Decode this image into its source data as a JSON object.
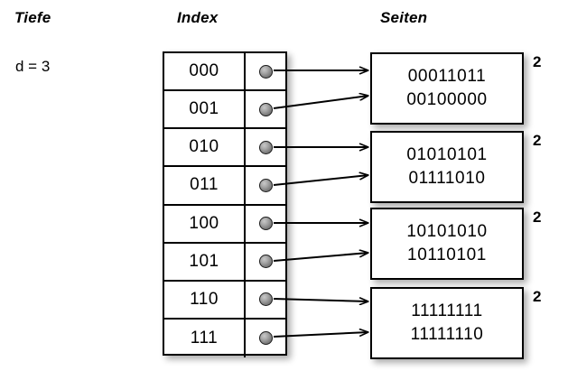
{
  "headings": {
    "depth": "Tiefe",
    "index": "Index",
    "pages": "Seiten"
  },
  "depth": {
    "label": "d = 3"
  },
  "index_table": {
    "rows": [
      {
        "key": "000",
        "pointer_icon": "pointer-dot",
        "target_page": 0
      },
      {
        "key": "001",
        "pointer_icon": "pointer-dot",
        "target_page": 0
      },
      {
        "key": "010",
        "pointer_icon": "pointer-dot",
        "target_page": 1
      },
      {
        "key": "011",
        "pointer_icon": "pointer-dot",
        "target_page": 1
      },
      {
        "key": "100",
        "pointer_icon": "pointer-dot",
        "target_page": 2
      },
      {
        "key": "101",
        "pointer_icon": "pointer-dot",
        "target_page": 2
      },
      {
        "key": "110",
        "pointer_icon": "pointer-dot",
        "target_page": 3
      },
      {
        "key": "111",
        "pointer_icon": "pointer-dot",
        "target_page": 3
      }
    ]
  },
  "pages": [
    {
      "line1": "00011011",
      "line2": "00100000",
      "count": "2"
    },
    {
      "line1": "01010101",
      "line2": "01111010",
      "count": "2"
    },
    {
      "line1": "10101010",
      "line2": "10110101",
      "count": "2"
    },
    {
      "line1": "11111111",
      "line2": "11111110",
      "count": "2"
    }
  ],
  "colors": {
    "background": "#ffffff",
    "stroke": "#000000",
    "pointer_dot": "#8a8a8a",
    "shadow": "rgba(0,0,0,0.33)"
  }
}
